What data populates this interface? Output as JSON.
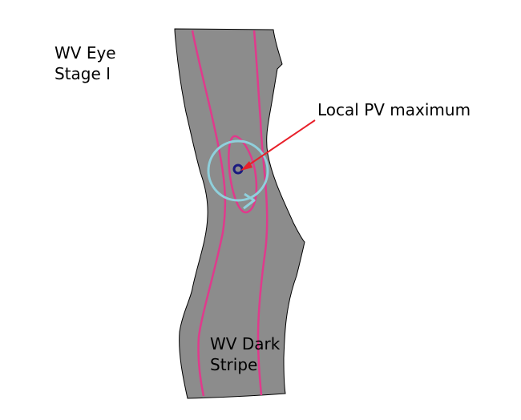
{
  "labels": {
    "stage_title_line1": "WV Eye",
    "stage_title_line2": "Stage I",
    "pv_maximum": "Local PV maximum",
    "stripe_line1": "WV Dark",
    "stripe_line2": "Stripe"
  },
  "colors": {
    "stripe_fill": "#8c8c8c",
    "stripe_edge": "#000000",
    "contour": "#e03a8c",
    "circulation_circle": "#8fd0dc",
    "pv_center": "#1a1a80",
    "arrow": "#e8202a"
  }
}
